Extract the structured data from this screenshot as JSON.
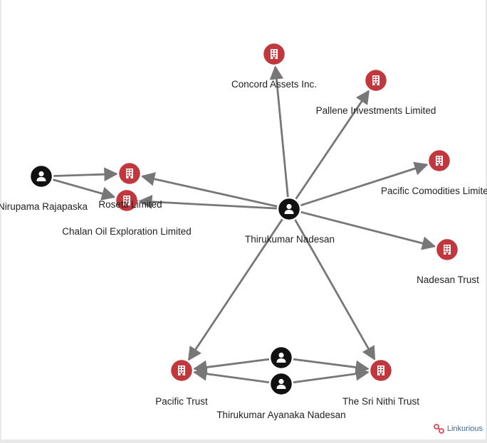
{
  "colors": {
    "edge": "#777777",
    "company_fill": "#c0373d",
    "person_fill": "#111111",
    "node_ring": "#ffffff",
    "label": "#1f1f1f",
    "brand_text": "#2a6fb0",
    "brand_icon": "#d94a55"
  },
  "nodes": [
    {
      "id": "thirukumar",
      "type": "person",
      "icon": "person-icon",
      "label": "Thirukumar Nadesan"
    },
    {
      "id": "concord",
      "type": "company",
      "icon": "building-icon",
      "label": "Concord Assets Inc."
    },
    {
      "id": "pallene",
      "type": "company",
      "icon": "building-icon",
      "label": "Pallene Investments Limited"
    },
    {
      "id": "pacific_comodities",
      "type": "company",
      "icon": "building-icon",
      "label": "Pacific Comodities Limited"
    },
    {
      "id": "nadesan_trust",
      "type": "company",
      "icon": "building-icon",
      "label": "Nadesan Trust"
    },
    {
      "id": "sri_nithi",
      "type": "company",
      "icon": "building-icon",
      "label": "The Sri Nithi Trust"
    },
    {
      "id": "pacific_trust",
      "type": "company",
      "icon": "building-icon",
      "label": "Pacific Trust"
    },
    {
      "id": "chalan",
      "type": "company",
      "icon": "building-icon",
      "label": "Chalan Oil Exploration Limited"
    },
    {
      "id": "rosetti",
      "type": "company",
      "icon": "building-icon",
      "label": "Rosetti Limited"
    },
    {
      "id": "nirupama",
      "type": "person",
      "icon": "person-icon",
      "label": "Nirupama Rajapaska"
    },
    {
      "id": "person_mid",
      "type": "person",
      "icon": "person-icon",
      "label": ""
    },
    {
      "id": "ayanaka",
      "type": "person",
      "icon": "person-icon",
      "label": "Thirukumar Ayanaka Nadesan"
    }
  ],
  "edges": [
    {
      "from": "thirukumar",
      "to": "concord"
    },
    {
      "from": "thirukumar",
      "to": "pallene"
    },
    {
      "from": "thirukumar",
      "to": "pacific_comodities"
    },
    {
      "from": "thirukumar",
      "to": "nadesan_trust"
    },
    {
      "from": "thirukumar",
      "to": "sri_nithi"
    },
    {
      "from": "thirukumar",
      "to": "pacific_trust"
    },
    {
      "from": "thirukumar",
      "to": "chalan"
    },
    {
      "from": "thirukumar",
      "to": "rosetti"
    },
    {
      "from": "nirupama",
      "to": "chalan"
    },
    {
      "from": "nirupama",
      "to": "rosetti"
    },
    {
      "from": "person_mid",
      "to": "pacific_trust"
    },
    {
      "from": "person_mid",
      "to": "sri_nithi"
    },
    {
      "from": "ayanaka",
      "to": "pacific_trust"
    },
    {
      "from": "ayanaka",
      "to": "sri_nithi"
    }
  ],
  "brand": {
    "name": "Linkurious",
    "icon": "linkurious-logo-icon"
  }
}
